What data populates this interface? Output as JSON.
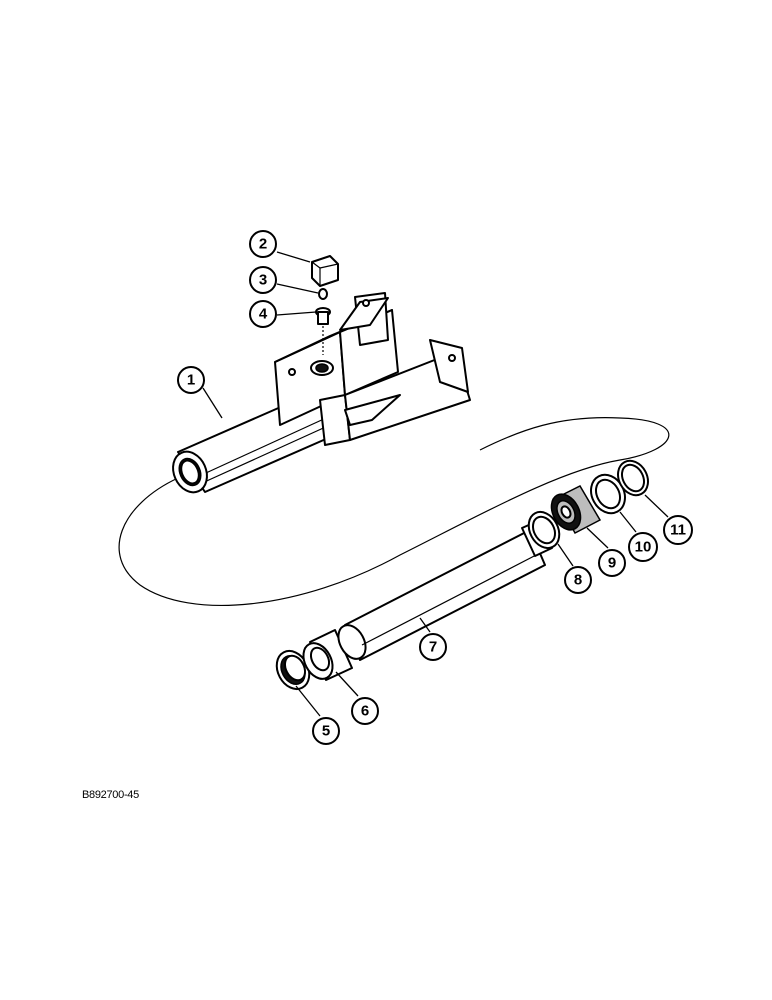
{
  "callouts": [
    {
      "id": "1",
      "label": "1"
    },
    {
      "id": "2",
      "label": "2"
    },
    {
      "id": "3",
      "label": "3"
    },
    {
      "id": "4",
      "label": "4"
    },
    {
      "id": "5",
      "label": "5"
    },
    {
      "id": "6",
      "label": "6"
    },
    {
      "id": "7",
      "label": "7"
    },
    {
      "id": "8",
      "label": "8"
    },
    {
      "id": "9",
      "label": "9"
    },
    {
      "id": "10",
      "label": "10"
    },
    {
      "id": "11",
      "label": "11"
    }
  ],
  "drawing_code": "B892700-45"
}
